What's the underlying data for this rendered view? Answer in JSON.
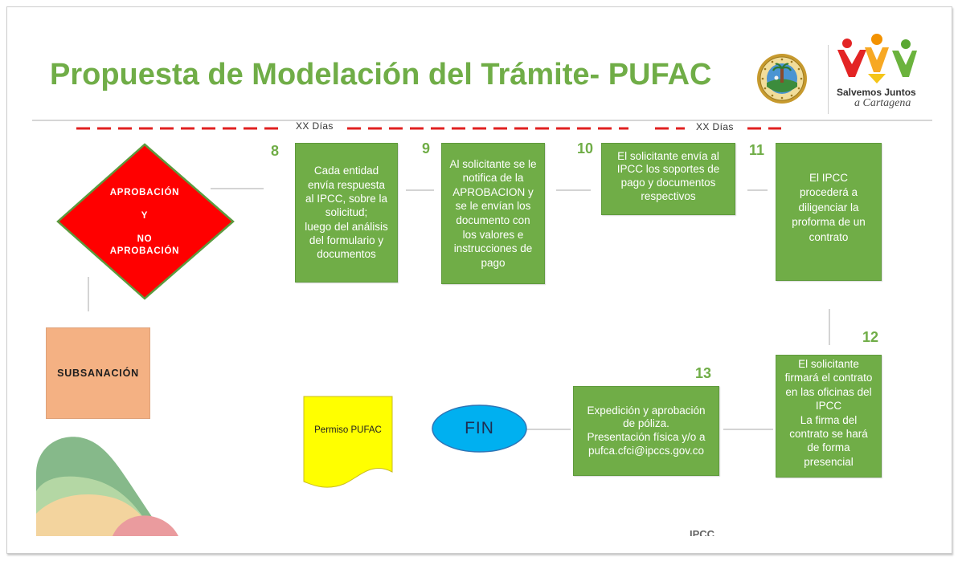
{
  "slide": {
    "title": "Propuesta de Modelación del Trámite- PUFAC",
    "footer_text": "IPCC"
  },
  "logos": {
    "seal_icon": "city-seal-icon",
    "partner_icon": "people-figures-icon",
    "partner_line1": "Salvemos Juntos",
    "partner_line2": "a Cartagena"
  },
  "timeline": [
    {
      "label": "XX Días"
    },
    {
      "label": "XX Días"
    }
  ],
  "decision": {
    "label": "APROBACIÓN\n\nY\n\nNO\nAPROBACIÓN"
  },
  "correction": {
    "label": "SUBSANACIÓN"
  },
  "steps": [
    {
      "number": "8",
      "text": "Cada entidad\nenvía respuesta\nal IPCC, sobre la\nsolicitud;\nluego del análisis\ndel formulario y\ndocumentos"
    },
    {
      "number": "9",
      "text": "Al solicitante se le\nnotifica de la\nAPROBACION y\nse le envían los\ndocumento con\nlos valores e\ninstrucciones de\npago"
    },
    {
      "number": "10",
      "text": "El solicitante envía al\nIPCC los soportes de\npago y documentos\nrespectivos"
    },
    {
      "number": "11",
      "text": "El IPCC\nprocederá a\ndiligenciar la\nproforma de un\ncontrato"
    },
    {
      "number": "12",
      "text": "El solicitante\nfirmará el contrato\nen las oficinas del\nIPCC\nLa firma del\ncontrato se hará\nde forma\npresencial"
    },
    {
      "number": "13",
      "text": "Expedición y aprobación\nde póliza.\nPresentación física y/o a\npufca.cfci@ipccs.gov.co"
    }
  ],
  "end": {
    "document_label": "Permiso PUFAC",
    "terminator_label": "FIN"
  },
  "colors": {
    "title": "#70AD47",
    "step_fill": "#70AD47",
    "step_number": "#70AD47",
    "decision_fill": "#FF0000",
    "correction_fill": "#F4B183",
    "document_fill": "#FFFF00",
    "terminator_fill": "#00B0F0",
    "timeline_dash": "#E02020"
  }
}
